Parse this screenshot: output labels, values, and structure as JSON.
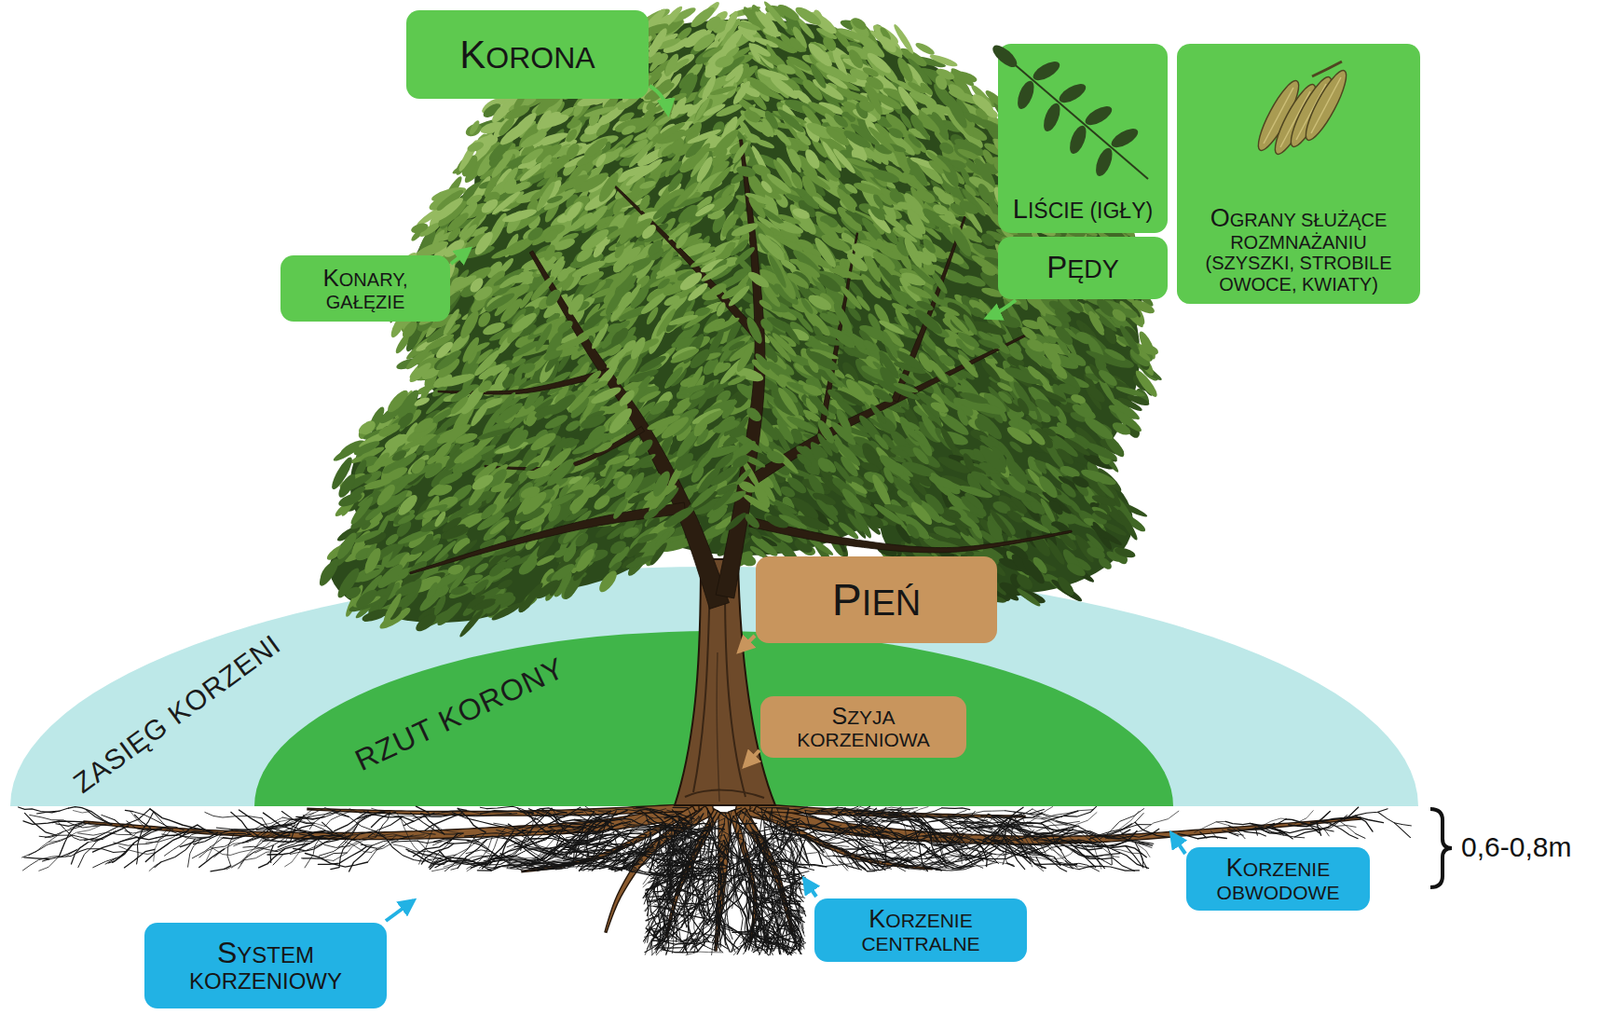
{
  "diagram": {
    "nodes": [
      {
        "text": [
          "KORONA"
        ]
      },
      {
        "text": [
          "LIŚCIE (IGŁY)"
        ]
      },
      {
        "text": [
          "OGRANY SŁUŻĄCE ROZMNAŻANIU (SZYSZKI, STROBILE OWOCE, KWIATY)"
        ]
      },
      {
        "text": [
          "PĘDY"
        ]
      },
      {
        "text": [
          "KONARY, GAŁĘZIE"
        ]
      },
      {
        "text": [
          "PIEŃ"
        ]
      },
      {
        "text": [
          "ZASIĘG KORZENI"
        ]
      },
      {
        "text": [
          "RZUT KORONY"
        ],
        "in": 6
      },
      {
        "text": [
          "SZYJA KORZENIOWA"
        ]
      },
      {
        "text": [
          "KORZENIE OBWODOWE"
        ]
      },
      {
        "text": [
          "KORZENIE CENTRALNE"
        ]
      },
      {
        "text": [
          "SYSTEM KORZENIOWY"
        ]
      }
    ],
    "labels": [
      "0,6-0,8m"
    ]
  }
}
